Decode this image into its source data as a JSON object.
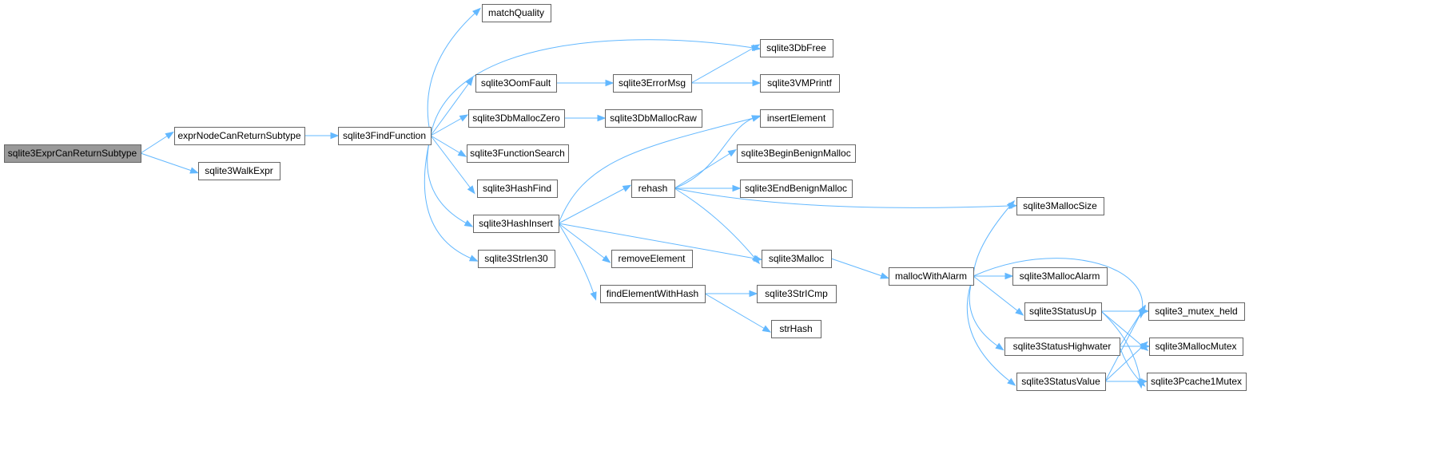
{
  "diagram": {
    "colors": {
      "edge": "#63b8ff",
      "node_border": "#666666",
      "root_fill": "#999999",
      "node_fill": "#ffffff"
    },
    "nodes": [
      {
        "id": "root",
        "label": "sqlite3ExprCanReturnSubtype"
      },
      {
        "id": "exprNode",
        "label": "exprNodeCanReturnSubtype"
      },
      {
        "id": "walkExpr",
        "label": "sqlite3WalkExpr"
      },
      {
        "id": "findFunction",
        "label": "sqlite3FindFunction"
      },
      {
        "id": "matchQuality",
        "label": "matchQuality"
      },
      {
        "id": "dbFree",
        "label": "sqlite3DbFree"
      },
      {
        "id": "oomFault",
        "label": "sqlite3OomFault"
      },
      {
        "id": "errorMsg",
        "label": "sqlite3ErrorMsg"
      },
      {
        "id": "vmPrintf",
        "label": "sqlite3VMPrintf"
      },
      {
        "id": "dbMallocZero",
        "label": "sqlite3DbMallocZero"
      },
      {
        "id": "dbMallocRaw",
        "label": "sqlite3DbMallocRaw"
      },
      {
        "id": "functionSearch",
        "label": "sqlite3FunctionSearch"
      },
      {
        "id": "hashFind",
        "label": "sqlite3HashFind"
      },
      {
        "id": "hashInsert",
        "label": "sqlite3HashInsert"
      },
      {
        "id": "strlen30",
        "label": "sqlite3Strlen30"
      },
      {
        "id": "insertElement",
        "label": "insertElement"
      },
      {
        "id": "beginBenign",
        "label": "sqlite3BeginBenignMalloc"
      },
      {
        "id": "endBenign",
        "label": "sqlite3EndBenignMalloc"
      },
      {
        "id": "rehash",
        "label": "rehash"
      },
      {
        "id": "mallocSize",
        "label": "sqlite3MallocSize"
      },
      {
        "id": "malloc",
        "label": "sqlite3Malloc"
      },
      {
        "id": "removeElement",
        "label": "removeElement"
      },
      {
        "id": "findElementWithHash",
        "label": "findElementWithHash"
      },
      {
        "id": "strICmp",
        "label": "sqlite3StrICmp"
      },
      {
        "id": "strHash",
        "label": "strHash"
      },
      {
        "id": "mallocWithAlarm",
        "label": "mallocWithAlarm"
      },
      {
        "id": "mallocAlarm",
        "label": "sqlite3MallocAlarm"
      },
      {
        "id": "statusUp",
        "label": "sqlite3StatusUp"
      },
      {
        "id": "statusHighwater",
        "label": "sqlite3StatusHighwater"
      },
      {
        "id": "statusValue",
        "label": "sqlite3StatusValue"
      },
      {
        "id": "mutexHeld",
        "label": "sqlite3_mutex_held"
      },
      {
        "id": "mallocMutex",
        "label": "sqlite3MallocMutex"
      },
      {
        "id": "pcache1Mutex",
        "label": "sqlite3Pcache1Mutex"
      }
    ],
    "edges": [
      [
        "root",
        "exprNode"
      ],
      [
        "root",
        "walkExpr"
      ],
      [
        "exprNode",
        "findFunction"
      ],
      [
        "findFunction",
        "matchQuality"
      ],
      [
        "findFunction",
        "dbFree"
      ],
      [
        "findFunction",
        "oomFault"
      ],
      [
        "findFunction",
        "dbMallocZero"
      ],
      [
        "findFunction",
        "functionSearch"
      ],
      [
        "findFunction",
        "hashFind"
      ],
      [
        "findFunction",
        "hashInsert"
      ],
      [
        "findFunction",
        "strlen30"
      ],
      [
        "oomFault",
        "errorMsg"
      ],
      [
        "errorMsg",
        "dbFree"
      ],
      [
        "errorMsg",
        "vmPrintf"
      ],
      [
        "dbMallocZero",
        "dbMallocRaw"
      ],
      [
        "hashInsert",
        "insertElement"
      ],
      [
        "hashInsert",
        "rehash"
      ],
      [
        "hashInsert",
        "malloc"
      ],
      [
        "hashInsert",
        "removeElement"
      ],
      [
        "hashInsert",
        "findElementWithHash"
      ],
      [
        "rehash",
        "insertElement"
      ],
      [
        "rehash",
        "beginBenign"
      ],
      [
        "rehash",
        "endBenign"
      ],
      [
        "rehash",
        "mallocSize"
      ],
      [
        "rehash",
        "malloc"
      ],
      [
        "findElementWithHash",
        "strICmp"
      ],
      [
        "findElementWithHash",
        "strHash"
      ],
      [
        "malloc",
        "mallocWithAlarm"
      ],
      [
        "mallocWithAlarm",
        "mallocSize"
      ],
      [
        "mallocWithAlarm",
        "mutexHeld"
      ],
      [
        "mallocWithAlarm",
        "mallocAlarm"
      ],
      [
        "mallocWithAlarm",
        "statusUp"
      ],
      [
        "mallocWithAlarm",
        "statusHighwater"
      ],
      [
        "mallocWithAlarm",
        "statusValue"
      ],
      [
        "statusUp",
        "mutexHeld"
      ],
      [
        "statusUp",
        "mallocMutex"
      ],
      [
        "statusUp",
        "pcache1Mutex"
      ],
      [
        "statusHighwater",
        "mutexHeld"
      ],
      [
        "statusHighwater",
        "mallocMutex"
      ],
      [
        "statusHighwater",
        "pcache1Mutex"
      ],
      [
        "statusValue",
        "mutexHeld"
      ],
      [
        "statusValue",
        "mallocMutex"
      ],
      [
        "statusValue",
        "pcache1Mutex"
      ]
    ]
  }
}
